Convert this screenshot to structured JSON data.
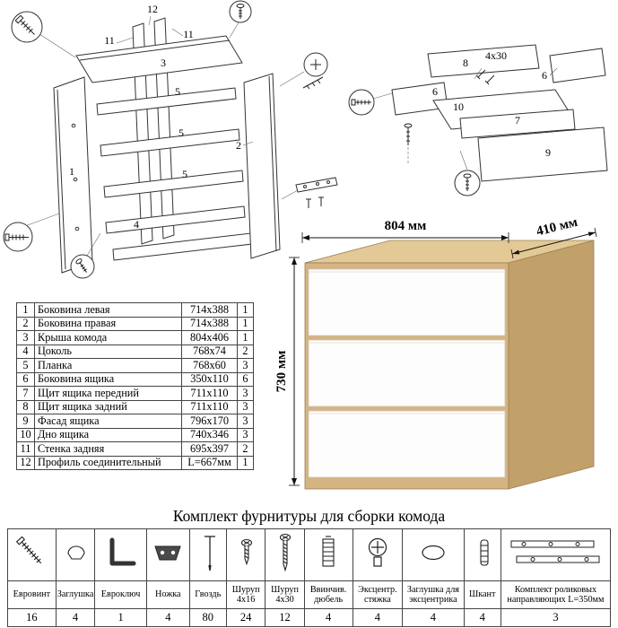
{
  "diagrams": {
    "carcass": {
      "part_labels": {
        "p12": "12",
        "p11_left": "11",
        "p11_right": "11",
        "p3": "3",
        "p1": "1",
        "p2": "2",
        "p5_top": "5",
        "p5_mid": "5",
        "p5_bottom": "5",
        "p4": "4"
      }
    },
    "drawer": {
      "part_labels": {
        "p8": "8",
        "p6_left": "6",
        "p6_right": "6",
        "p7": "7",
        "p10": "10",
        "p9": "9"
      },
      "screw_note": "4x30"
    }
  },
  "parts_table": {
    "rows": [
      {
        "num": "1",
        "name": "Боковина левая",
        "size": "714x388",
        "qty": "1"
      },
      {
        "num": "2",
        "name": "Боковина правая",
        "size": "714x388",
        "qty": "1"
      },
      {
        "num": "3",
        "name": "Крыша комода",
        "size": "804x406",
        "qty": "1"
      },
      {
        "num": "4",
        "name": "Цоколь",
        "size": "768x74",
        "qty": "2"
      },
      {
        "num": "5",
        "name": "Планка",
        "size": "768x60",
        "qty": "3"
      },
      {
        "num": "6",
        "name": "Боковина ящика",
        "size": "350x110",
        "qty": "6"
      },
      {
        "num": "7",
        "name": "Щит ящика передний",
        "size": "711x110",
        "qty": "3"
      },
      {
        "num": "8",
        "name": "Щит ящика задний",
        "size": "711x110",
        "qty": "3"
      },
      {
        "num": "9",
        "name": "Фасад ящика",
        "size": "796x170",
        "qty": "3"
      },
      {
        "num": "10",
        "name": "Дно ящика",
        "size": "740x346",
        "qty": "3"
      },
      {
        "num": "11",
        "name": "Стенка задняя",
        "size": "695x397",
        "qty": "2"
      },
      {
        "num": "12",
        "name": "Профиль соединительный",
        "size": "L=667мм",
        "qty": "1"
      }
    ]
  },
  "product": {
    "dim_width": "804 мм",
    "dim_depth": "410 мм",
    "dim_height": "730 мм",
    "colors": {
      "wood": "#d5b382",
      "wood_top": "#e2c996",
      "wood_side": "#c2a06a",
      "drawer": "#fdfdfd"
    }
  },
  "hardware": {
    "title": "Комплект фурнитуры для сборки комода",
    "items": [
      {
        "icon": "euroscrew-icon",
        "label": "Евровинт",
        "qty": "16"
      },
      {
        "icon": "plug-icon",
        "label": "Заглушка",
        "qty": "4"
      },
      {
        "icon": "hexkey-icon",
        "label": "Евроключ",
        "qty": "1"
      },
      {
        "icon": "leg-icon",
        "label": "Ножка",
        "qty": "4"
      },
      {
        "icon": "nail-icon",
        "label": "Гвоздь",
        "qty": "80"
      },
      {
        "icon": "screw-4x16-icon",
        "label": "Шуруп 4x16",
        "qty": "24"
      },
      {
        "icon": "screw-4x30-icon",
        "label": "Шуруп 4x30",
        "qty": "12"
      },
      {
        "icon": "screw-dowel-icon",
        "label": "Ввинчив. дюбель",
        "qty": "4"
      },
      {
        "icon": "cam-lock-icon",
        "label": "Эксцентр. стяжка",
        "qty": "4"
      },
      {
        "icon": "cam-cover-icon",
        "label": "Заглушка для эксцентрика",
        "qty": "4"
      },
      {
        "icon": "shkant-icon",
        "label": "Шкант",
        "qty": "4"
      },
      {
        "icon": "roller-guides-icon",
        "label": "Комплект роликовых направляющих L=350мм",
        "qty": "3"
      }
    ]
  }
}
